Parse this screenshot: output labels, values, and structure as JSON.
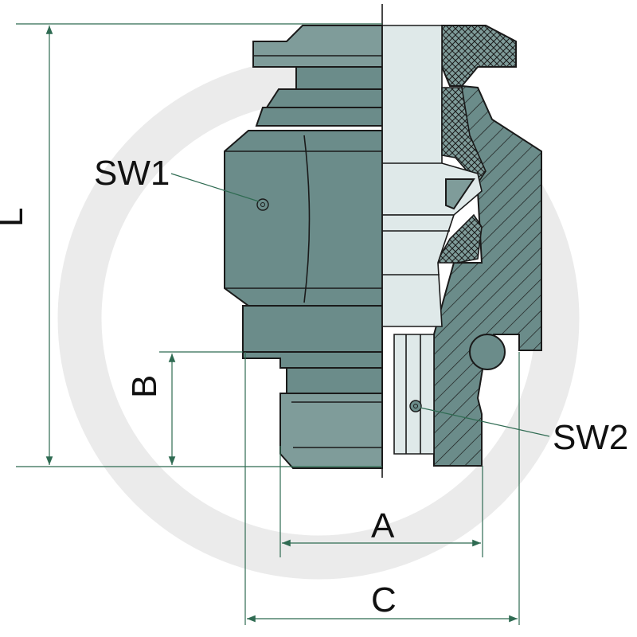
{
  "labels": {
    "sw1": "SW1",
    "sw2": "SW2",
    "a": "A",
    "b": "B",
    "c": "C",
    "l": "L"
  },
  "colors": {
    "body": "#6b8c8a",
    "section_light": "#dfe9e9",
    "dimension_line": "#2f6b52",
    "watermark": "#ebebeb"
  }
}
